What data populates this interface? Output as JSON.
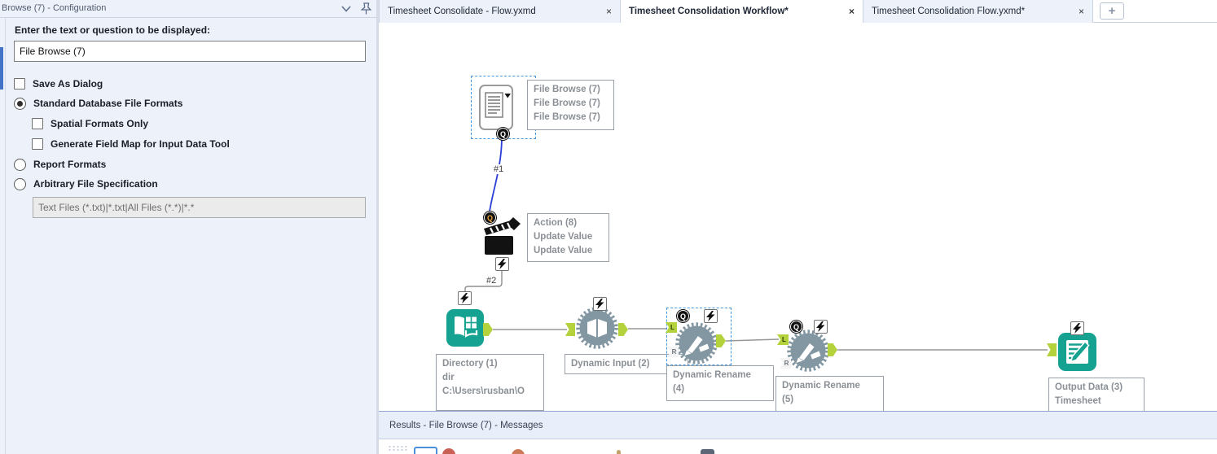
{
  "colors": {
    "teal": "#16a291",
    "tool_gray": "#8397a3",
    "anchor_green": "#b4d23b",
    "wire": "#979797",
    "wire_selected": "#2b3ed8",
    "selection_blue": "#4496dd",
    "panel_bg": "#edf1fa",
    "annotation_text": "#8b9096"
  },
  "config_panel": {
    "title": "Browse (7) - Configuration",
    "question_label": "Enter the text or question to be displayed:",
    "question_value": "File Browse (7)",
    "options": [
      {
        "type": "checkbox",
        "label": "Save As Dialog",
        "checked": false,
        "indent": false
      },
      {
        "type": "radio",
        "label": "Standard Database File Formats",
        "checked": true,
        "indent": false
      },
      {
        "type": "checkbox",
        "label": "Spatial Formats Only",
        "checked": false,
        "indent": true
      },
      {
        "type": "checkbox",
        "label": "Generate Field Map for Input Data Tool",
        "checked": false,
        "indent": true
      },
      {
        "type": "radio",
        "label": "Report Formats",
        "checked": false,
        "indent": false
      },
      {
        "type": "radio",
        "label": "Arbitrary File Specification",
        "checked": false,
        "indent": false
      }
    ],
    "file_spec_value": "Text Files (*.txt)|*.txt|All Files (*.*)|*.*"
  },
  "tabs": {
    "items": [
      {
        "label": "Timesheet Consolidate - Flow.yxmd",
        "active": false
      },
      {
        "label": "Timesheet Consolidation Workflow*",
        "active": true
      },
      {
        "label": "Timesheet Consolidation Flow.yxmd*",
        "active": false
      }
    ],
    "close_glyph": "×",
    "new_tab_glyph": "+"
  },
  "canvas": {
    "badges": {
      "q": "Q",
      "l": "L",
      "r": "R"
    },
    "wires": {
      "label1": "#1",
      "label2": "#2"
    },
    "file_browse": {
      "annotation": [
        "File Browse (7)",
        "File Browse (7)",
        "File Browse (7)"
      ]
    },
    "action": {
      "annotation": [
        "Action (8)",
        "Update Value",
        "Update Value"
      ]
    },
    "directory": {
      "annotation": [
        "Directory (1)",
        "dir",
        "C:\\Users\\rusban\\O"
      ]
    },
    "dynamic_input": {
      "annotation": [
        "Dynamic Input (2)"
      ]
    },
    "dynamic_rename_4": {
      "annotation": [
        "Dynamic Rename",
        "(4)"
      ]
    },
    "dynamic_rename_5": {
      "annotation": [
        "Dynamic Rename",
        "(5)"
      ]
    },
    "output_data": {
      "annotation": [
        "Output Data (3)",
        "Timesheet"
      ]
    }
  },
  "results": {
    "title": "Results - File Browse (7) - Messages"
  }
}
